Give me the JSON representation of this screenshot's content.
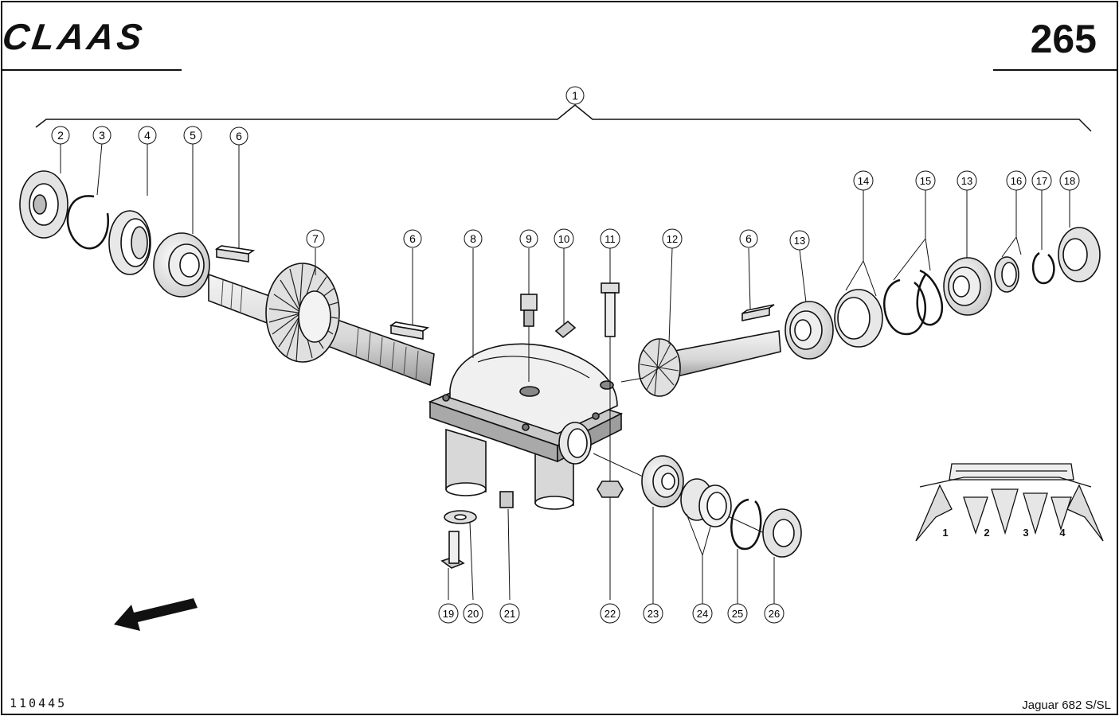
{
  "brand": {
    "logo": "CLAAS"
  },
  "page": {
    "number": "265"
  },
  "footer": {
    "drawing_no": "110445",
    "model": "Jaguar 682 S/SL"
  },
  "callouts": {
    "c1": "1",
    "c2": "2",
    "c3": "3",
    "c4": "4",
    "c5": "5",
    "c6a": "6",
    "c7": "7",
    "c6b": "6",
    "c8": "8",
    "c9": "9",
    "c10": "10",
    "c11": "11",
    "c12": "12",
    "c6c": "6",
    "c13a": "13",
    "c14": "14",
    "c15": "15",
    "c13b": "13",
    "c16": "16",
    "c17": "17",
    "c18": "18",
    "c19": "19",
    "c20": "20",
    "c21": "21",
    "c22": "22",
    "c23": "23",
    "c24": "24",
    "c25": "25",
    "c26": "26"
  },
  "inset": {
    "row_labels": [
      "1",
      "2",
      "3",
      "4"
    ]
  },
  "icons": {
    "direction_arrow": "direction-arrow-icon"
  }
}
